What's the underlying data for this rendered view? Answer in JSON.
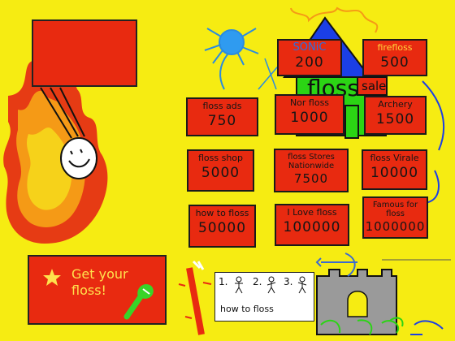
{
  "colors": {
    "background": "#f6ec12",
    "button_red": "#e82a10",
    "house_green": "#2bd414",
    "house_blue": "#1b3fe6",
    "flame_red": "#e63b14",
    "flame_orange": "#f59a16",
    "castle_gray": "#9a9a9a"
  },
  "shop": {
    "sonic": {
      "name": "SONiC",
      "price": "200"
    },
    "firefloss": {
      "name": "firefloss",
      "price": "500"
    },
    "floss_ads": {
      "name": "floss ads",
      "price": "750"
    },
    "nor_floss": {
      "name": "Nor floss",
      "price": "1000"
    },
    "archery": {
      "name": "Archery",
      "price": "1500"
    },
    "floss_shop": {
      "name": "floss shop",
      "price": "5000"
    },
    "floss_stores": {
      "name": "floss Stores Nationwide",
      "price": "7500"
    },
    "floss_viral": {
      "name": "floss Virale",
      "price": "10000"
    },
    "how_to_floss": {
      "name": "how to floss",
      "price": "50000"
    },
    "i_love_floss": {
      "name": "I Love floss",
      "price": "100000"
    },
    "famous_for_floss": {
      "name": "Famous for floss",
      "price": "1000000"
    }
  },
  "house": {
    "label": "floss",
    "sale_tag": "sale"
  },
  "get_floss_button": {
    "label": "Get your floss!"
  },
  "howto_card": {
    "numbers": [
      "1.",
      "2.",
      "3."
    ],
    "caption": "how to floss"
  },
  "icons": [
    "star-icon",
    "floss-pick-icon",
    "bow-and-arrow-icon",
    "spider-icon",
    "flame-icon"
  ]
}
